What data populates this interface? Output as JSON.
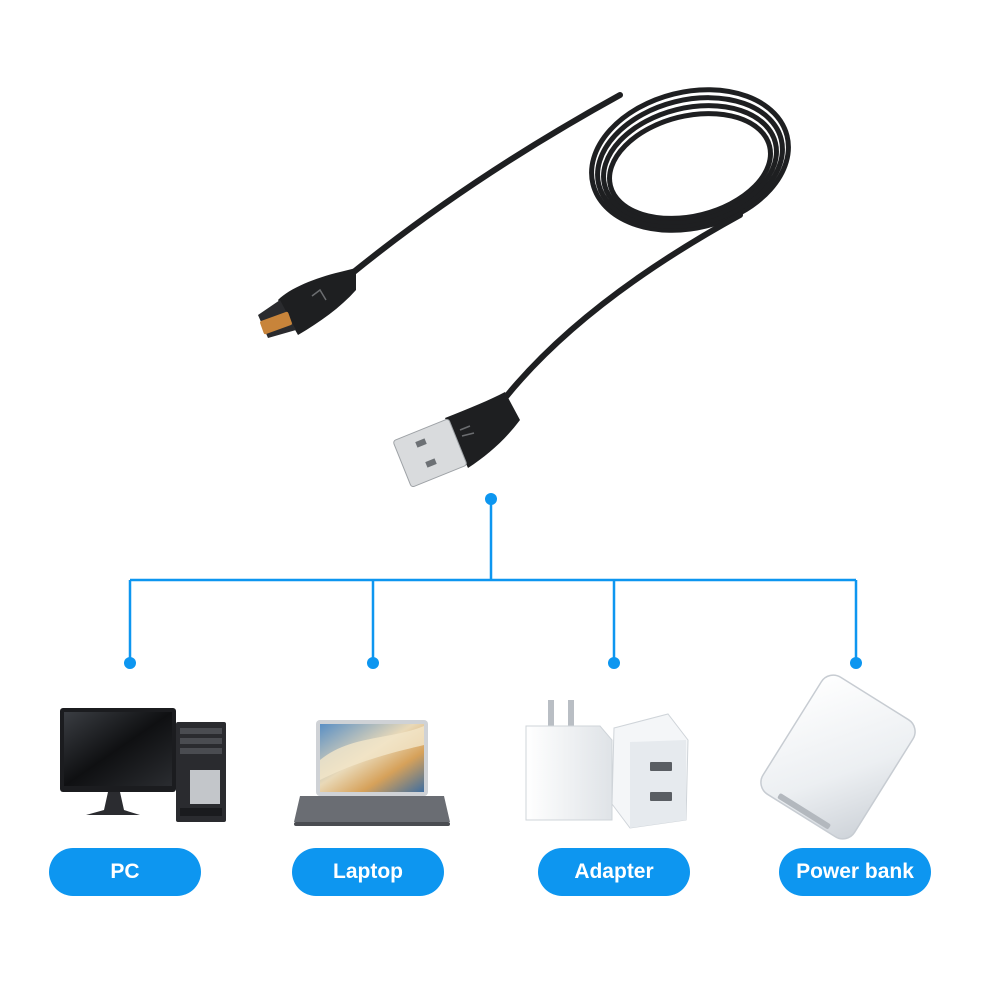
{
  "colors": {
    "accent": "#0d96f0",
    "cable": "#1e1f21",
    "connector_gold": "#c8843a",
    "usb_metal": "#d9dbdd"
  },
  "devices": [
    {
      "label": "PC",
      "icon": "desktop-pc-icon"
    },
    {
      "label": "Laptop",
      "icon": "laptop-icon"
    },
    {
      "label": "Adapter",
      "icon": "usb-wall-adapter-icon"
    },
    {
      "label": "Power bank",
      "icon": "power-bank-icon"
    }
  ]
}
